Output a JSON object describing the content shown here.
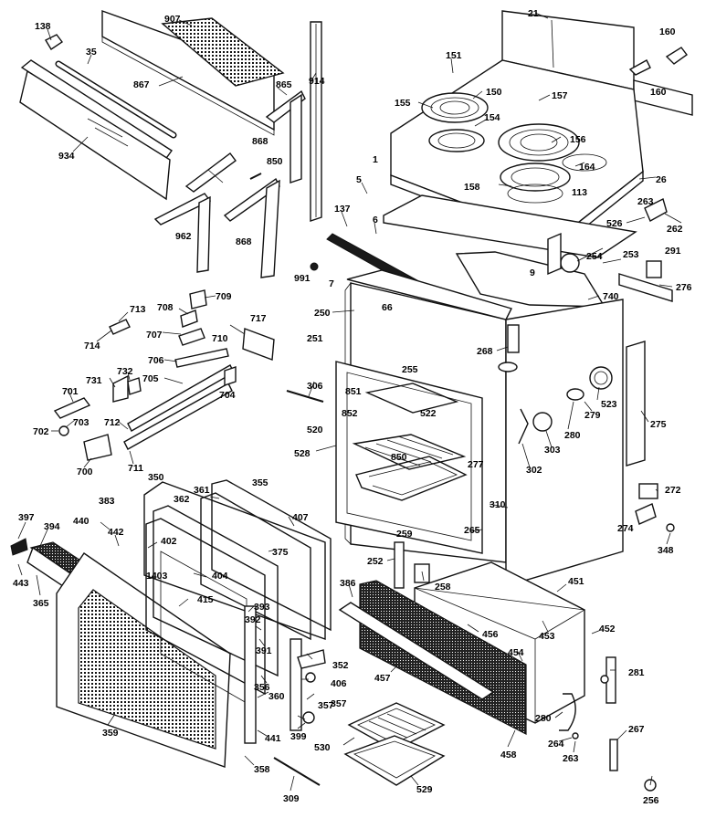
{
  "diagram": {
    "callouts": [
      {
        "id": "c-21",
        "text": "21"
      },
      {
        "id": "c-907",
        "text": "907"
      },
      {
        "id": "c-138",
        "text": "138"
      },
      {
        "id": "c-35",
        "text": "35"
      },
      {
        "id": "c-867",
        "text": "867"
      },
      {
        "id": "c-934",
        "text": "934"
      },
      {
        "id": "c-865",
        "text": "865"
      },
      {
        "id": "c-914",
        "text": "914"
      },
      {
        "id": "c-868a",
        "text": "868"
      },
      {
        "id": "c-850",
        "text": "850"
      },
      {
        "id": "c-868b",
        "text": "868"
      },
      {
        "id": "c-962",
        "text": "962"
      },
      {
        "id": "c-151",
        "text": "151"
      },
      {
        "id": "c-150",
        "text": "150"
      },
      {
        "id": "c-155",
        "text": "155"
      },
      {
        "id": "c-157",
        "text": "157"
      },
      {
        "id": "c-154",
        "text": "154"
      },
      {
        "id": "c-156",
        "text": "156"
      },
      {
        "id": "c-164",
        "text": "164"
      },
      {
        "id": "c-158",
        "text": "158"
      },
      {
        "id": "c-113",
        "text": "113"
      },
      {
        "id": "c-1",
        "text": "1"
      },
      {
        "id": "c-160a",
        "text": "160"
      },
      {
        "id": "c-160b",
        "text": "160"
      },
      {
        "id": "c-26",
        "text": "26"
      },
      {
        "id": "c-5",
        "text": "5"
      },
      {
        "id": "c-137",
        "text": "137"
      },
      {
        "id": "c-6",
        "text": "6"
      },
      {
        "id": "c-263a",
        "text": "263"
      },
      {
        "id": "c-526",
        "text": "526"
      },
      {
        "id": "c-262",
        "text": "262"
      },
      {
        "id": "c-9",
        "text": "9"
      },
      {
        "id": "c-254",
        "text": "254"
      },
      {
        "id": "c-253",
        "text": "253"
      },
      {
        "id": "c-291",
        "text": "291"
      },
      {
        "id": "c-276",
        "text": "276"
      },
      {
        "id": "c-991",
        "text": "991"
      },
      {
        "id": "c-7",
        "text": "7"
      },
      {
        "id": "c-66",
        "text": "66"
      },
      {
        "id": "c-740",
        "text": "740"
      },
      {
        "id": "c-709",
        "text": "709"
      },
      {
        "id": "c-708",
        "text": "708"
      },
      {
        "id": "c-713",
        "text": "713"
      },
      {
        "id": "c-717",
        "text": "717"
      },
      {
        "id": "c-250",
        "text": "250"
      },
      {
        "id": "c-714",
        "text": "714"
      },
      {
        "id": "c-707",
        "text": "707"
      },
      {
        "id": "c-710",
        "text": "710"
      },
      {
        "id": "c-268",
        "text": "268"
      },
      {
        "id": "c-251",
        "text": "251"
      },
      {
        "id": "c-706",
        "text": "706"
      },
      {
        "id": "c-255",
        "text": "255"
      },
      {
        "id": "c-732",
        "text": "732"
      },
      {
        "id": "c-731",
        "text": "731"
      },
      {
        "id": "c-705",
        "text": "705"
      },
      {
        "id": "c-704",
        "text": "704"
      },
      {
        "id": "c-306",
        "text": "306"
      },
      {
        "id": "c-851",
        "text": "851"
      },
      {
        "id": "c-523",
        "text": "523"
      },
      {
        "id": "c-701",
        "text": "701"
      },
      {
        "id": "c-852",
        "text": "852"
      },
      {
        "id": "c-522",
        "text": "522"
      },
      {
        "id": "c-279",
        "text": "279"
      },
      {
        "id": "c-703",
        "text": "703"
      },
      {
        "id": "c-712",
        "text": "712"
      },
      {
        "id": "c-520",
        "text": "520"
      },
      {
        "id": "c-280",
        "text": "280"
      },
      {
        "id": "c-275",
        "text": "275"
      },
      {
        "id": "c-702",
        "text": "702"
      },
      {
        "id": "c-303",
        "text": "303"
      },
      {
        "id": "c-528",
        "text": "528"
      },
      {
        "id": "c-850b",
        "text": "850"
      },
      {
        "id": "c-700",
        "text": "700"
      },
      {
        "id": "c-711",
        "text": "711"
      },
      {
        "id": "c-277",
        "text": "277"
      },
      {
        "id": "c-302",
        "text": "302"
      },
      {
        "id": "c-350",
        "text": "350"
      },
      {
        "id": "c-355",
        "text": "355"
      },
      {
        "id": "c-361",
        "text": "361"
      },
      {
        "id": "c-272",
        "text": "272"
      },
      {
        "id": "c-362",
        "text": "362"
      },
      {
        "id": "c-383",
        "text": "383"
      },
      {
        "id": "c-310",
        "text": "310"
      },
      {
        "id": "c-397",
        "text": "397"
      },
      {
        "id": "c-407",
        "text": "407"
      },
      {
        "id": "c-440",
        "text": "440"
      },
      {
        "id": "c-274",
        "text": "274"
      },
      {
        "id": "c-394",
        "text": "394"
      },
      {
        "id": "c-442",
        "text": "442"
      },
      {
        "id": "c-402",
        "text": "402"
      },
      {
        "id": "c-265",
        "text": "265"
      },
      {
        "id": "c-259",
        "text": "259"
      },
      {
        "id": "c-375",
        "text": "375"
      },
      {
        "id": "c-348",
        "text": "348"
      },
      {
        "id": "c-1403",
        "text": "1403"
      },
      {
        "id": "c-443",
        "text": "443"
      },
      {
        "id": "c-404",
        "text": "404"
      },
      {
        "id": "c-252",
        "text": "252"
      },
      {
        "id": "c-451",
        "text": "451"
      },
      {
        "id": "c-258",
        "text": "258"
      },
      {
        "id": "c-386",
        "text": "386"
      },
      {
        "id": "c-365",
        "text": "365"
      },
      {
        "id": "c-415",
        "text": "415"
      },
      {
        "id": "c-393",
        "text": "393"
      },
      {
        "id": "c-392",
        "text": "392"
      },
      {
        "id": "c-456",
        "text": "456"
      },
      {
        "id": "c-453",
        "text": "453"
      },
      {
        "id": "c-452",
        "text": "452"
      },
      {
        "id": "c-391",
        "text": "391"
      },
      {
        "id": "c-352",
        "text": "352"
      },
      {
        "id": "c-454",
        "text": "454"
      },
      {
        "id": "c-357",
        "text": "357"
      },
      {
        "id": "c-457",
        "text": "457"
      },
      {
        "id": "c-356",
        "text": "356"
      },
      {
        "id": "c-406",
        "text": "406"
      },
      {
        "id": "c-281",
        "text": "281"
      },
      {
        "id": "c-360",
        "text": "360"
      },
      {
        "id": "c-357b",
        "text": "357"
      },
      {
        "id": "c-359",
        "text": "359"
      },
      {
        "id": "c-399",
        "text": "399"
      },
      {
        "id": "c-530",
        "text": "530"
      },
      {
        "id": "c-280b",
        "text": "280"
      },
      {
        "id": "c-267",
        "text": "267"
      },
      {
        "id": "c-441",
        "text": "441"
      },
      {
        "id": "c-458",
        "text": "458"
      },
      {
        "id": "c-264",
        "text": "264"
      },
      {
        "id": "c-263b",
        "text": "263"
      },
      {
        "id": "c-358",
        "text": "358"
      },
      {
        "id": "c-529",
        "text": "529"
      },
      {
        "id": "c-256",
        "text": "256"
      },
      {
        "id": "c-309",
        "text": "309"
      }
    ]
  }
}
